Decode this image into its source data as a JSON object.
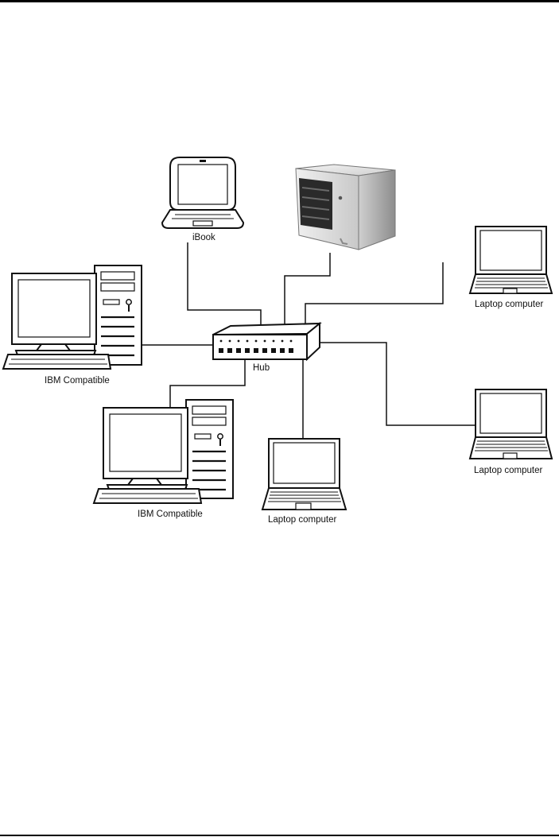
{
  "diagram": {
    "labels": {
      "ibook": "iBook",
      "hub": "Hub",
      "ibm_left": "IBM Compatible",
      "ibm_bottom": "IBM Compatible",
      "laptop_right_top": "Laptop computer",
      "laptop_right_bottom": "Laptop computer",
      "laptop_bottom": "Laptop computer"
    },
    "colors": {
      "line": "#111111",
      "server_body": "#dcdcdc",
      "server_front": "#2a2a2a"
    },
    "icons": [
      "ibook-icon",
      "nas-server-icon",
      "hub-icon",
      "desktop-computer-icon",
      "laptop-icon"
    ]
  }
}
